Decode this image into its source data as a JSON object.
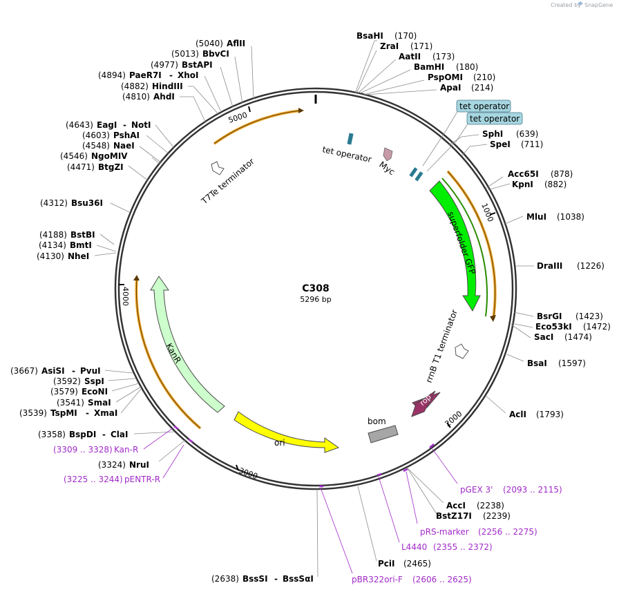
{
  "header": {
    "created_by": "Created by",
    "brand": "SnapGene"
  },
  "plasmid": {
    "name": "C308",
    "length": "5296 bp"
  },
  "ticks": [
    "1000",
    "2000",
    "3000",
    "4000",
    "5000"
  ],
  "features": {
    "tet_operator_1": "tet operator",
    "tet_operator_2": "tet operator",
    "tet_operator_inner": "tet operator",
    "myc": "Myc",
    "superfolder_gfp": "superfolder GFP",
    "rrnb_t1": "rrnB T1 terminator",
    "rop": "rop",
    "bom": "bom",
    "ori": "ori",
    "kanr": "KanR",
    "t7te": "T7Te terminator"
  },
  "sites": [
    {
      "id": "bsahi",
      "name": "BsaHI",
      "pos": "(170)"
    },
    {
      "id": "zrai",
      "name": "ZraI",
      "pos": "(171)"
    },
    {
      "id": "aatii",
      "name": "AatII",
      "pos": "(173)"
    },
    {
      "id": "bamhi",
      "name": "BamHI",
      "pos": "(180)"
    },
    {
      "id": "pspomi",
      "name": "PspOMI",
      "pos": "(210)"
    },
    {
      "id": "apai",
      "name": "ApaI",
      "pos": "(214)"
    },
    {
      "id": "sphi",
      "name": "SphI",
      "pos": "(639)"
    },
    {
      "id": "spei",
      "name": "SpeI",
      "pos": "(711)"
    },
    {
      "id": "acc65i",
      "name": "Acc65I",
      "pos": "(878)"
    },
    {
      "id": "kpni",
      "name": "KpnI",
      "pos": "(882)"
    },
    {
      "id": "mlui",
      "name": "MluI",
      "pos": "(1038)"
    },
    {
      "id": "draiii",
      "name": "DraIII",
      "pos": "(1226)"
    },
    {
      "id": "bsrgi",
      "name": "BsrGI",
      "pos": "(1423)"
    },
    {
      "id": "eco53ki",
      "name": "Eco53kI",
      "pos": "(1472)"
    },
    {
      "id": "saci",
      "name": "SacI",
      "pos": "(1474)"
    },
    {
      "id": "bsai",
      "name": "BsaI",
      "pos": "(1597)"
    },
    {
      "id": "acii",
      "name": "AclI",
      "pos": "(1793)"
    },
    {
      "id": "acci",
      "name": "AccI",
      "pos": "(2238)"
    },
    {
      "id": "bstz17i",
      "name": "BstZ17I",
      "pos": "(2239)"
    },
    {
      "id": "pcii",
      "name": "PciI",
      "pos": "(2465)"
    },
    {
      "id": "bsssi",
      "name": "BssSI",
      "pos": "(2638)",
      "name2": "BssSαI"
    },
    {
      "id": "nrui",
      "name": "NruI",
      "pos": "(3324)"
    },
    {
      "id": "bspdi",
      "name": "BspDI",
      "pos": "(3358)",
      "name2": "ClaI"
    },
    {
      "id": "tspmi",
      "name": "TspMI",
      "pos": "(3539)",
      "name2": "XmaI"
    },
    {
      "id": "smai",
      "name": "SmaI",
      "pos": "(3541)"
    },
    {
      "id": "econi",
      "name": "EcoNI",
      "pos": "(3579)"
    },
    {
      "id": "sspi",
      "name": "SspI",
      "pos": "(3592)"
    },
    {
      "id": "asisi",
      "name": "AsiSI",
      "pos": "(3667)",
      "name2": "PvuI"
    },
    {
      "id": "nhei",
      "name": "NheI",
      "pos": "(4130)"
    },
    {
      "id": "bmti",
      "name": "BmtI",
      "pos": "(4134)"
    },
    {
      "id": "bstbi",
      "name": "BstBI",
      "pos": "(4188)"
    },
    {
      "id": "bsu36i",
      "name": "Bsu36I",
      "pos": "(4312)"
    },
    {
      "id": "btgzi",
      "name": "BtgZI",
      "pos": "(4471)"
    },
    {
      "id": "ngomiv",
      "name": "NgoMIV",
      "pos": "(4546)"
    },
    {
      "id": "naei",
      "name": "NaeI",
      "pos": "(4548)"
    },
    {
      "id": "pshai",
      "name": "PshAI",
      "pos": "(4603)"
    },
    {
      "id": "eagi",
      "name": "EagI",
      "pos": "(4643)",
      "name2": "NotI"
    },
    {
      "id": "ahdi",
      "name": "AhdI",
      "pos": "(4810)"
    },
    {
      "id": "hindiii",
      "name": "HindIII",
      "pos": "(4882)"
    },
    {
      "id": "paer7i",
      "name": "PaeR7I",
      "pos": "(4894)",
      "name2": "XhoI"
    },
    {
      "id": "bstapi",
      "name": "BstAPI",
      "pos": "(4977)"
    },
    {
      "id": "bbvci",
      "name": "BbvCI",
      "pos": "(5013)"
    },
    {
      "id": "aflii",
      "name": "AflII",
      "pos": "(5040)"
    }
  ],
  "primers": [
    {
      "id": "pgex3",
      "name": "pGEX 3'",
      "range": "(2093 .. 2115)"
    },
    {
      "id": "prs",
      "name": "pRS-marker",
      "range": "(2256 .. 2275)"
    },
    {
      "id": "l4440",
      "name": "L4440",
      "range": "(2355 .. 2372)"
    },
    {
      "id": "pbr322",
      "name": "pBR322ori-F",
      "range": "(2606 .. 2625)"
    },
    {
      "id": "kanr_primer",
      "name": "Kan-R",
      "range": "(3309 .. 3328)"
    },
    {
      "id": "pentr",
      "name": "pENTR-R",
      "range": "(3225 .. 3244)"
    }
  ],
  "colors": {
    "backbone": "#333333",
    "gfp": "#00ee00",
    "kanr": "#ccffcc",
    "ori": "#ffff00",
    "rop": "#993366",
    "bom": "#a6a6a6",
    "tet_operator": "#2a7a90",
    "myc": "#c89aa8",
    "primer": "#a12ac8",
    "orf_orange": "#f0a830"
  }
}
